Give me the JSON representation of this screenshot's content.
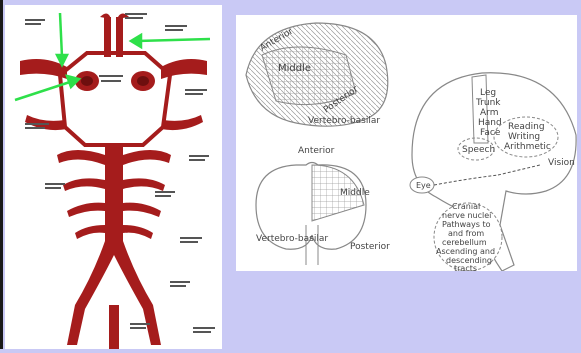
{
  "colors": {
    "background": "#c9c9f5",
    "artery": "#a51c1c",
    "artery_dark": "#6e0f0f",
    "arrow": "#2ee04a",
    "outline": "#888888",
    "grid": "#9a9a9a",
    "label": "#444444"
  },
  "lateral_view": {
    "labels": {
      "anterior": "Anterior",
      "middle": "Middle",
      "posterior": "Posterior",
      "vertebro_basilar": "Vertebro-basilar"
    }
  },
  "medial_view": {
    "labels": {
      "anterior": "Anterior",
      "middle": "Middle",
      "vertebro_basilar": "Vertebro-basilar",
      "posterior": "Posterior"
    }
  },
  "functional_map": {
    "motor_labels": [
      "Leg",
      "Trunk",
      "Arm",
      "Hand",
      "Face"
    ],
    "cognitive_labels": [
      "Reading",
      "Writing",
      "Arithmetic"
    ],
    "speech": "Speech",
    "vision": "Vision",
    "eye": "Eye",
    "brainstem_labels": [
      "Cranial",
      "nerve nuclei",
      "Pathways to",
      "and from",
      "cerebellum",
      "Ascending and",
      "descending",
      "tracts"
    ]
  }
}
